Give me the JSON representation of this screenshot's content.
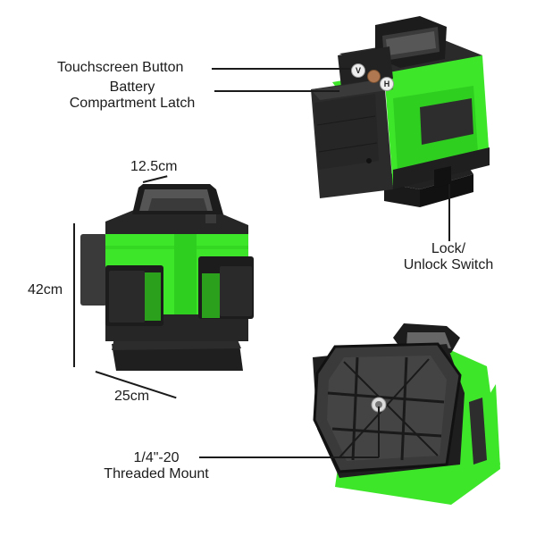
{
  "callouts": {
    "touchscreen_button": "Touchscreen Button",
    "battery_latch_line1": "Battery",
    "battery_latch_line2": "Compartment Latch",
    "lock_switch_line1": "Lock/",
    "lock_switch_line2": "Unlock Switch",
    "mount_line1": "1/4\"-20",
    "mount_line2": "Threaded Mount"
  },
  "dimensions": {
    "depth": "12.5cm",
    "height": "42cm",
    "width": "25cm"
  },
  "buttons": {
    "v": "V",
    "h": "H"
  },
  "colors": {
    "accent_green": "#3ee62a",
    "dark_body": "#2b2b2b",
    "darker_body": "#1e1e1e",
    "button_copper": "#b07850"
  }
}
